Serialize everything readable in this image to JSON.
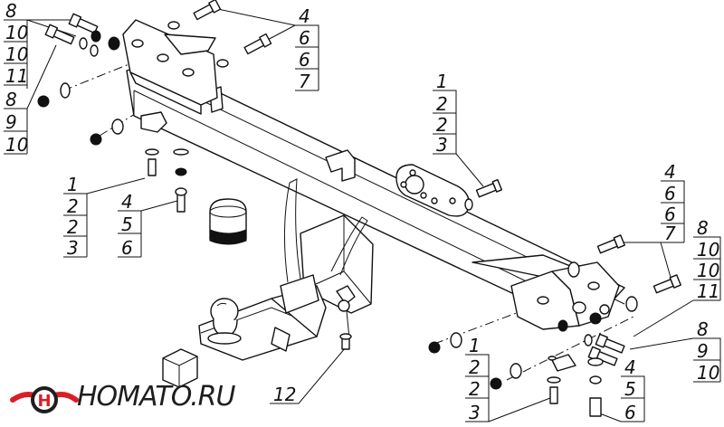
{
  "callouts": [
    {
      "id": "top-left-a",
      "labels": [
        "8",
        "10",
        "10",
        "11"
      ]
    },
    {
      "id": "top-left-b",
      "labels": [
        "8",
        "9",
        "10"
      ]
    },
    {
      "id": "top-center",
      "labels": [
        "4",
        "6",
        "6",
        "7"
      ]
    },
    {
      "id": "middle-right",
      "labels": [
        "1",
        "2",
        "2",
        "3"
      ]
    },
    {
      "id": "left-middle",
      "labels": [
        "1",
        "2",
        "2",
        "3"
      ]
    },
    {
      "id": "left-lower",
      "labels": [
        "4",
        "5",
        "6"
      ]
    },
    {
      "id": "right-upper",
      "labels": [
        "4",
        "6",
        "6",
        "7"
      ]
    },
    {
      "id": "right-middle",
      "labels": [
        "8",
        "10",
        "10",
        "11"
      ]
    },
    {
      "id": "right-lower",
      "labels": [
        "8",
        "9",
        "10"
      ]
    },
    {
      "id": "bottom-center",
      "labels": [
        "1",
        "2",
        "2",
        "3"
      ]
    },
    {
      "id": "bottom-right",
      "labels": [
        "4",
        "5",
        "6"
      ]
    },
    {
      "id": "bottom-left",
      "labels": [
        "12"
      ]
    }
  ],
  "logo": {
    "text": "HOMATO.RU",
    "colors": {
      "red": "#d81f26",
      "dark": "#1e1e1e"
    }
  }
}
